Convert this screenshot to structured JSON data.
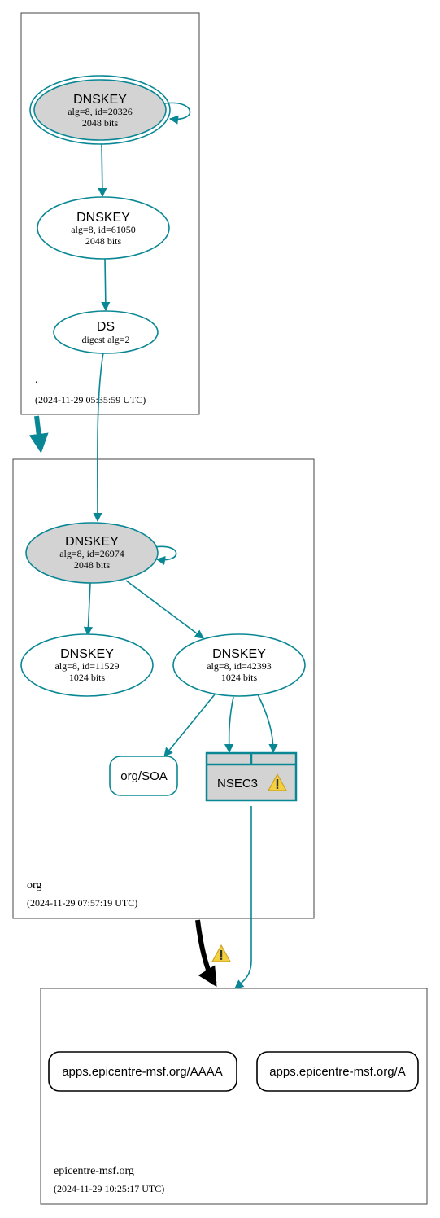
{
  "colors": {
    "edge": "#0a8794",
    "node_fill_gray": "#d3d3d3",
    "warning": "#f4d03f",
    "delegation": "#000000"
  },
  "zones": {
    "root": {
      "label": ".",
      "timestamp": "(2024-11-29 05:35:59 UTC)"
    },
    "org": {
      "label": "org",
      "timestamp": "(2024-11-29 07:57:19 UTC)"
    },
    "epicentre": {
      "label": "epicentre-msf.org",
      "timestamp": "(2024-11-29 10:25:17 UTC)"
    }
  },
  "nodes": {
    "root_ksk": {
      "title": "DNSKEY",
      "line1": "alg=8, id=20326",
      "line2": "2048 bits"
    },
    "root_zsk": {
      "title": "DNSKEY",
      "line1": "alg=8, id=61050",
      "line2": "2048 bits"
    },
    "root_ds": {
      "title": "DS",
      "line1": "digest alg=2"
    },
    "org_ksk": {
      "title": "DNSKEY",
      "line1": "alg=8, id=26974",
      "line2": "2048 bits"
    },
    "org_zsk1": {
      "title": "DNSKEY",
      "line1": "alg=8, id=11529",
      "line2": "1024 bits"
    },
    "org_zsk2": {
      "title": "DNSKEY",
      "line1": "alg=8, id=42393",
      "line2": "1024 bits"
    },
    "org_soa": {
      "title": "org/SOA"
    },
    "nsec3": {
      "title": "NSEC3"
    },
    "rr_aaaa": {
      "title": "apps.epicentre-msf.org/AAAA"
    },
    "rr_a": {
      "title": "apps.epicentre-msf.org/A"
    }
  }
}
